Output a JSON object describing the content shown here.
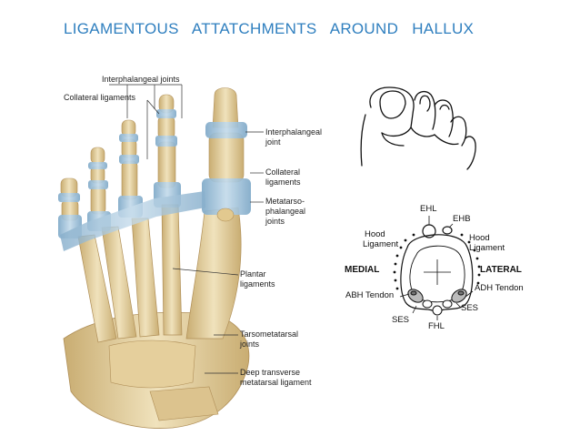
{
  "title": "LIGAMENTOUS   ATTATCHMENTS   AROUND   HALLUX",
  "foot_labels": {
    "interphalangeal_joints": "Interphalangeal joints",
    "collateral_ligaments_left": "Collateral ligaments",
    "interphalangeal_joint_l1": "Interphalangeal",
    "interphalangeal_joint_l2": "joint",
    "collateral_ligaments_right_l1": "Collateral",
    "collateral_ligaments_right_l2": "ligaments",
    "mtp_joints_l1": "Metatarso-",
    "mtp_joints_l2": "phalangeal",
    "mtp_joints_l3": "joints",
    "plantar_ligaments_l1": "Plantar",
    "plantar_ligaments_l2": "ligaments",
    "tarsometatarsal_joints_l1": "Tarsometatarsal",
    "tarsometatarsal_joints_l2": "joints",
    "deep_transverse_l1": "Deep transverse",
    "deep_transverse_l2": "metatarsal ligament"
  },
  "cross_section_labels": {
    "ehl": "EHL",
    "ehb": "EHB",
    "hood_left_l1": "Hood",
    "hood_left_l2": "Ligament",
    "hood_right_l1": "Hood",
    "hood_right_l2": "Ligament",
    "medial": "MEDIAL",
    "lateral": "LATERAL",
    "abh_tendon": "ABH Tendon",
    "adh_tendon": "ADH Tendon",
    "ses_left": "SES",
    "ses_right": "SES",
    "fhl": "FHL"
  },
  "colors": {
    "title": "#2f7fbf",
    "bone": "#e8d6a8",
    "bone_shadow": "#c9ad72",
    "ligament": "#9fc3dc",
    "line": "#222222"
  }
}
